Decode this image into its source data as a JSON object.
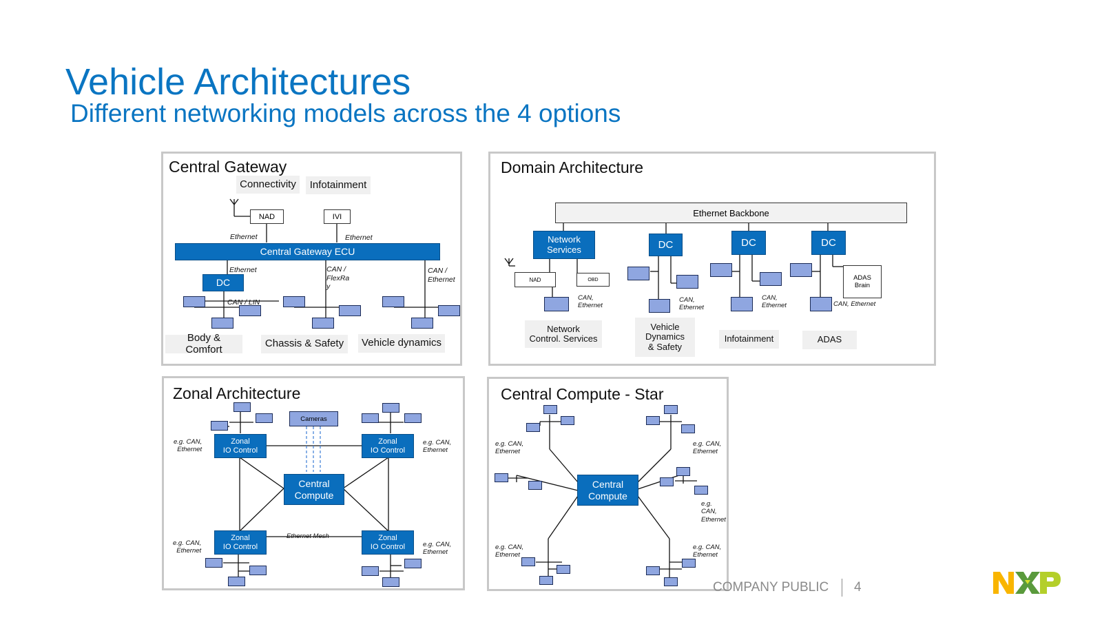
{
  "title": "Vehicle Architectures",
  "subtitle": "Different networking models across the 4 options",
  "central_gateway": {
    "title": "Central Gateway",
    "connectivity": "Connectivity",
    "infotainment": "Infotainment",
    "nad": "NAD",
    "ivi": "IVI",
    "ethernet1": "Ethernet",
    "ethernet2": "Ethernet",
    "ecu": "Central Gateway ECU",
    "ethernet3": "Ethernet",
    "can_flexray": "CAN /\nFlexRa\ny",
    "can_ethernet": "CAN /\nEthernet",
    "dc": "DC",
    "can_lin": "CAN / LIN",
    "body": "Body & Comfort",
    "chassis": "Chassis & Safety",
    "dynamics": "Vehicle dynamics"
  },
  "domain": {
    "title": "Domain Architecture",
    "backbone": "Ethernet Backbone",
    "network_services": "Network\nServices",
    "dc1": "DC",
    "dc2": "DC",
    "dc3": "DC",
    "nad": "NAD",
    "obd": "OBD",
    "adas_brain": "ADAS\nBrain",
    "can_eth1": "CAN,\nEthernet",
    "can_eth2": "CAN,\nEthernet",
    "can_eth3": "CAN,\nEthernet",
    "can_eth4": "CAN, Ethernet",
    "lbl_network": "Network\nControl. Services",
    "lbl_vehicle": "Vehicle\nDynamics\n& Safety",
    "lbl_infotainment": "Infotainment",
    "lbl_adas": "ADAS"
  },
  "zonal": {
    "title": "Zonal Architecture",
    "cameras": "Cameras",
    "zonal": "Zonal\nIO Control",
    "central": "Central\nCompute",
    "mesh": "Ethernet Mesh",
    "eg": "e.g. CAN,\nEthernet"
  },
  "star": {
    "title": "Central Compute - Star",
    "central": "Central\nCompute",
    "eg": "e.g. CAN,\nEthernet"
  },
  "footer": {
    "classification": "COMPANY PUBLIC",
    "page": "4"
  },
  "logo": "NXP",
  "colors": {
    "accent": "#0a75c2",
    "box_blue": "#0a6ebd",
    "node_fill": "#8fa6e0",
    "label_bg": "#f0f0f0"
  }
}
